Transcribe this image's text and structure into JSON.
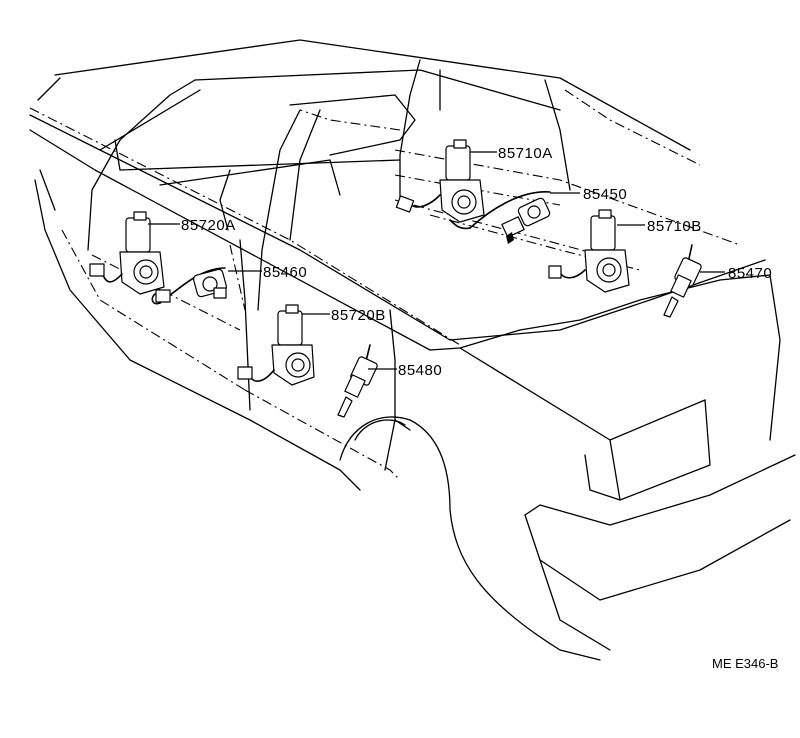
{
  "callouts": {
    "p85710A": "85710A",
    "p85450": "85450",
    "p85710B": "85710B",
    "p85470": "85470",
    "p85720A": "85720A",
    "p85460": "85460",
    "p85720B": "85720B",
    "p85480": "85480"
  },
  "reference_code": "ME E346-B"
}
